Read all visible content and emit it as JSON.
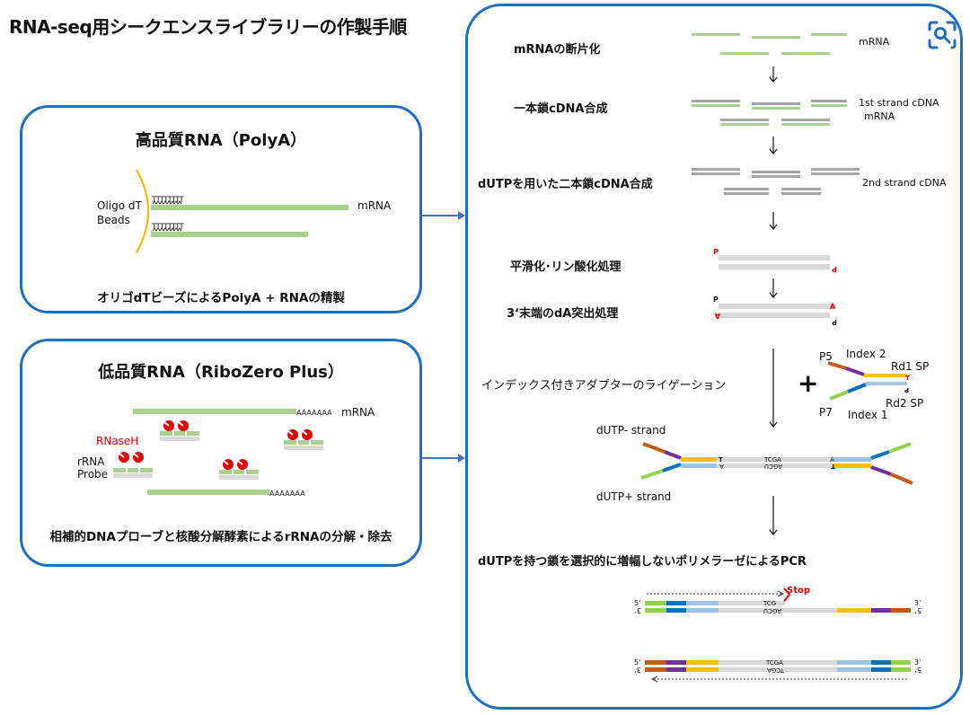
{
  "title": "RNA-seq用シークエンスライブラリーの作製手順",
  "panel_polya": {
    "title": "高品質RNA（PolyA）",
    "beads_label_1": "Oligo dT",
    "beads_label_2": "Beads",
    "tt_text": "TTTTTTTT",
    "mrna_label": "mRNA",
    "caption": "オリゴdTビーズによるPolyA + RNAの精製"
  },
  "panel_ribozero": {
    "title": "低品質RNA（RiboZero Plus）",
    "polya_tail": "AAAAAAA",
    "mrna_label": "mRNA",
    "rnaseh_label": "RNaseH",
    "rrna_label_1": "rRNA",
    "rrna_label_2": "Probe",
    "caption": "相補的DNAプローブと核酸分解酵素によるrRNAの分解・除去"
  },
  "steps": {
    "fragmentation": "mRNAの断片化",
    "first_strand": "一本鎖cDNA合成",
    "second_strand": "dUTPを用いた二本鎖cDNA合成",
    "end_repair": "平滑化･リン酸化処理",
    "a_tailing": "3‘末端のdA突出処理",
    "ligation": "インデックス付きアダプターのライゲーション",
    "pcr": "dUTPを持つ鎖を選択的に増幅しないポリメラーゼによるPCR"
  },
  "labels": {
    "mrna": "mRNA",
    "first_strand_cdna": "1st strand cDNA",
    "mrna_sub": "mRNA",
    "second_strand_cdna": "2nd strand cDNA",
    "p": "P",
    "a": "A",
    "plus": "+",
    "p5": "P5",
    "index2": "Index 2",
    "rd1sp": "Rd1 SP",
    "rd2sp": "Rd2 SP",
    "p7": "P7",
    "index1": "Index 1",
    "dutp_minus": "dUTP- strand",
    "dutp_plus": "dUTP+ strand",
    "t": "T",
    "tcga": "TCGA",
    "agcu": "AGCU",
    "tcg": "TCG",
    "stop": "Stop",
    "five_prime": "5'",
    "three_prime": "3'"
  },
  "colors": {
    "frame_blue": "#1f6fc0",
    "rna_green": "#a9d18e",
    "cdna_gray": "#a6a6a6",
    "light_gray": "#d9d9d9",
    "adapter_orange": "#c55a11",
    "adapter_purple": "#7030a0",
    "adapter_yellow": "#ffc000",
    "adapter_lightblue": "#9dc3e6",
    "adapter_blue": "#0070c0",
    "adapter_green": "#92d050",
    "enzyme_red": "#e00000",
    "bead_yellow": "#f4b400"
  },
  "icons": [
    "arrow-down-icon",
    "arrow-right-icon",
    "lens-scan-icon"
  ]
}
